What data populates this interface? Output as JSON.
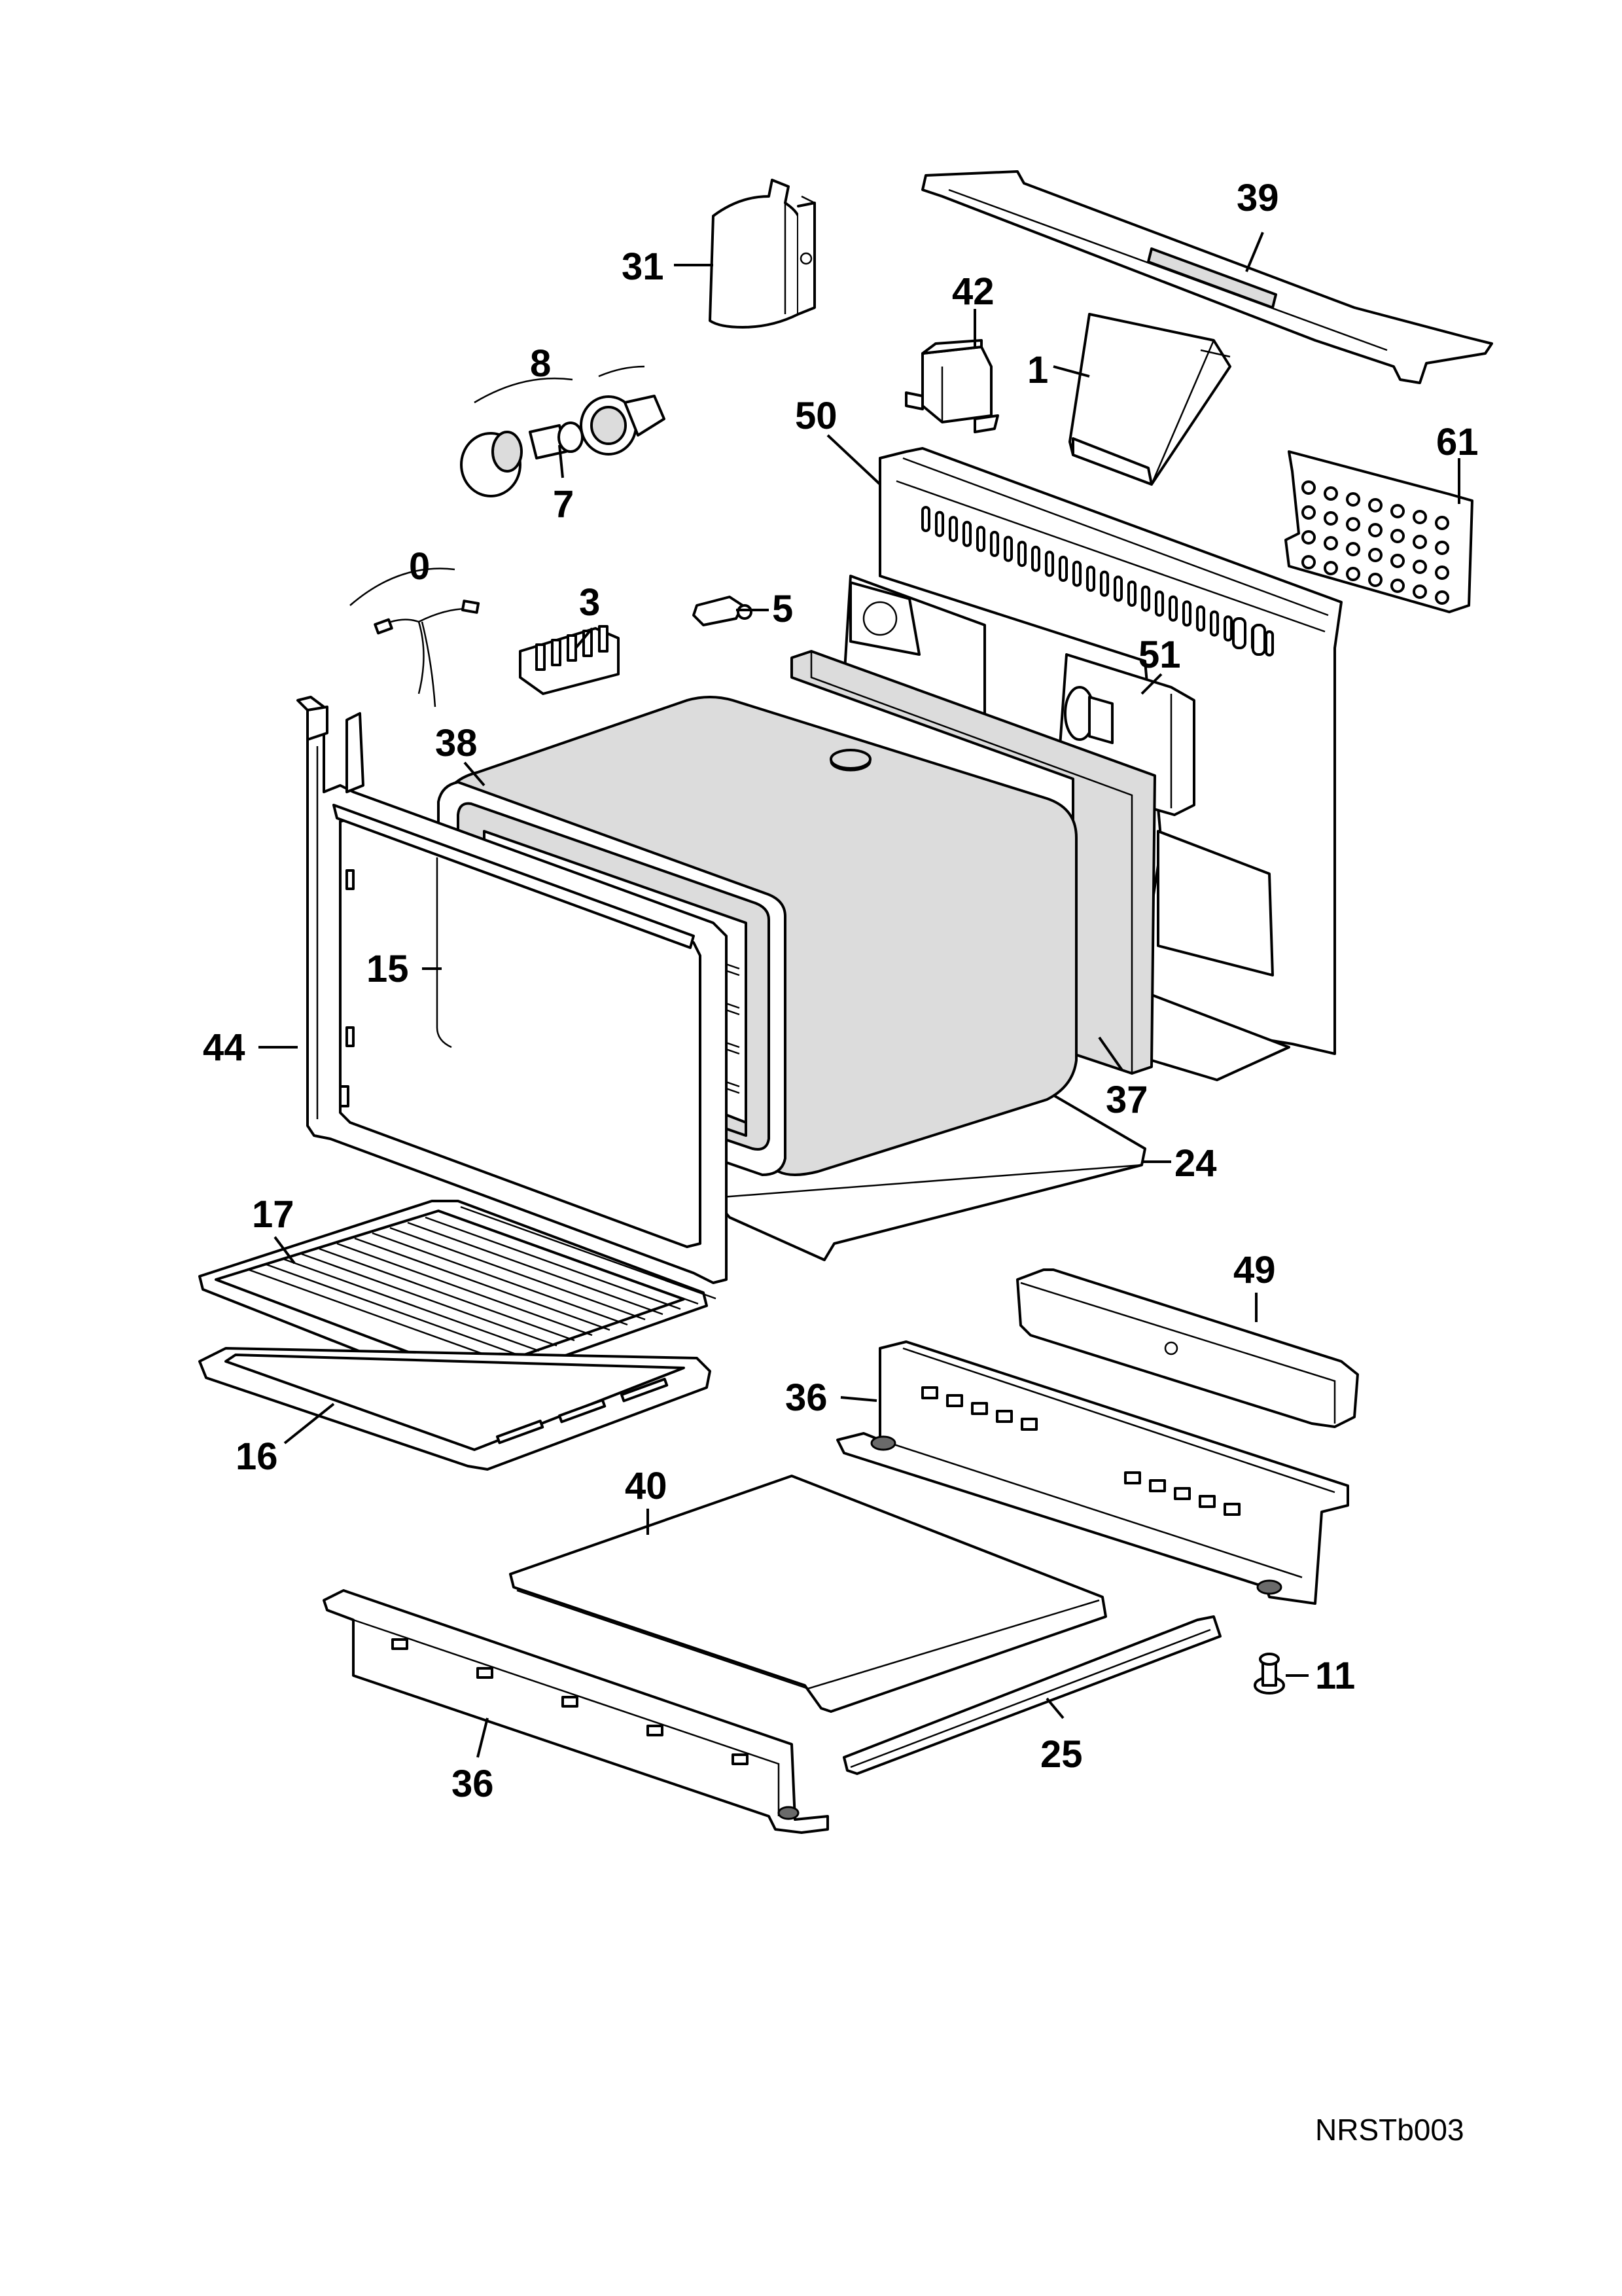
{
  "diagram": {
    "code": "NRSTb003",
    "callouts": [
      {
        "id": "31",
        "text": "31"
      },
      {
        "id": "39",
        "text": "39"
      },
      {
        "id": "42",
        "text": "42"
      },
      {
        "id": "8",
        "text": "8"
      },
      {
        "id": "1",
        "text": "1"
      },
      {
        "id": "7",
        "text": "7"
      },
      {
        "id": "50",
        "text": "50"
      },
      {
        "id": "61",
        "text": "61"
      },
      {
        "id": "0",
        "text": "0"
      },
      {
        "id": "3",
        "text": "3"
      },
      {
        "id": "5",
        "text": "5"
      },
      {
        "id": "51",
        "text": "51"
      },
      {
        "id": "38",
        "text": "38"
      },
      {
        "id": "15",
        "text": "15"
      },
      {
        "id": "44",
        "text": "44"
      },
      {
        "id": "37",
        "text": "37"
      },
      {
        "id": "24",
        "text": "24"
      },
      {
        "id": "17",
        "text": "17"
      },
      {
        "id": "49",
        "text": "49"
      },
      {
        "id": "36a",
        "text": "36"
      },
      {
        "id": "16",
        "text": "16"
      },
      {
        "id": "40",
        "text": "40"
      },
      {
        "id": "11",
        "text": "11"
      },
      {
        "id": "25",
        "text": "25"
      },
      {
        "id": "36b",
        "text": "36"
      }
    ]
  }
}
